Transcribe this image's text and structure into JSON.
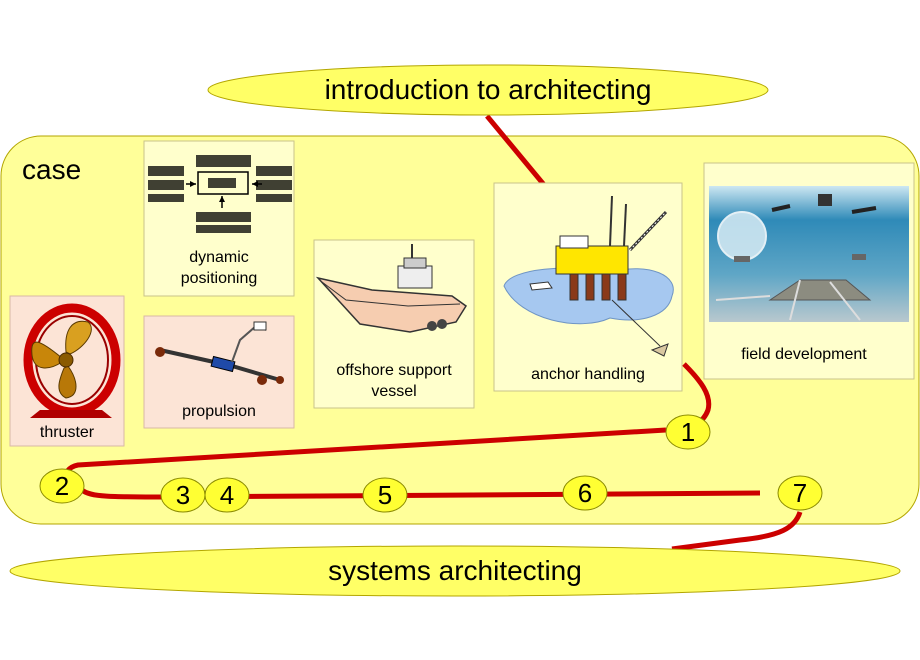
{
  "title": "introduction to architecting",
  "footer": "systems architecting",
  "case_label": "case",
  "tiles": {
    "dynamic_positioning": "dynamic\npositioning",
    "propulsion": "propulsion",
    "thruster": "thruster",
    "offshore_support_vessel": "offshore support\nvessel",
    "anchor_handling": "anchor handling",
    "field_development": "field development"
  },
  "steps": [
    "1",
    "2",
    "3",
    "4",
    "5",
    "6",
    "7"
  ],
  "colors": {
    "oval_fill": "#ffff66",
    "panel_fill": "#ffff99",
    "path": "#cc0000",
    "tile_pink": "#fce4d6",
    "tile_yellow": "#ffffcc"
  }
}
